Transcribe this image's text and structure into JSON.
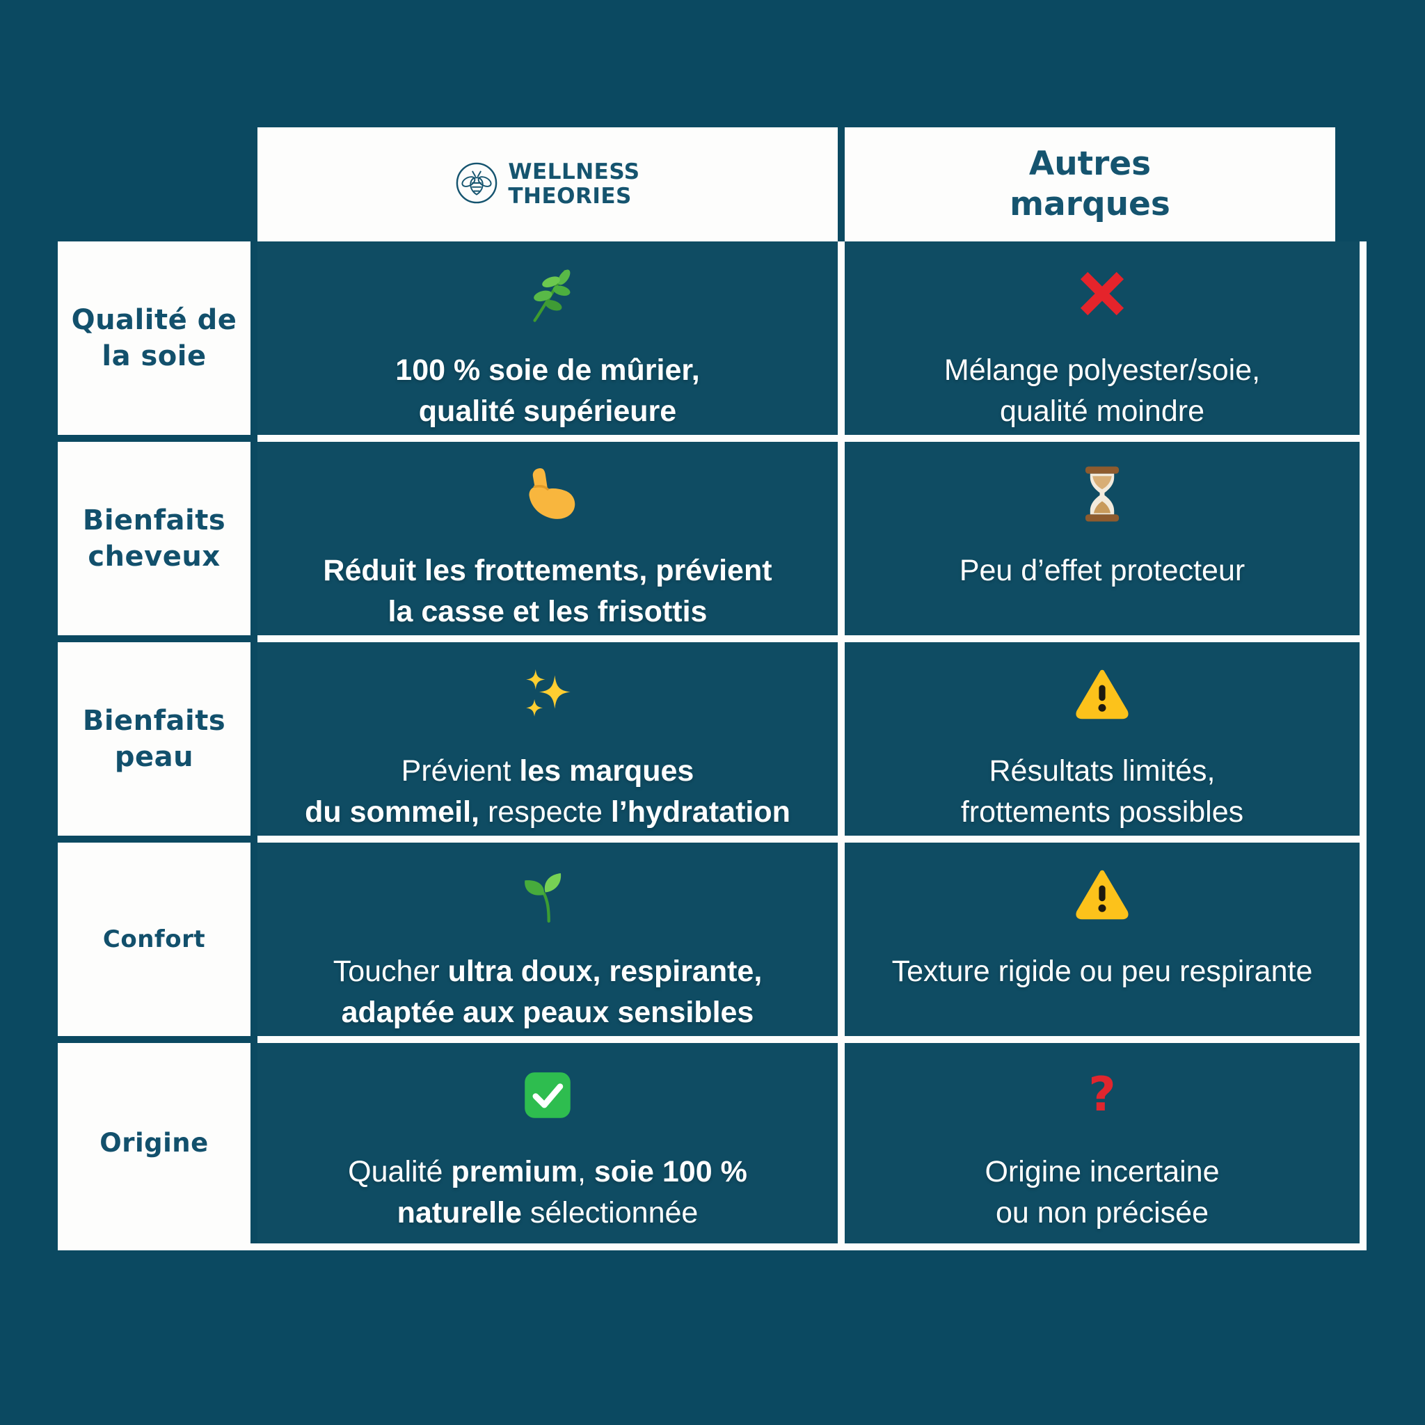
{
  "colors": {
    "page_background": "#0B4961",
    "cell_background": "#0F4C63",
    "grid_lines": "#FFFFFF",
    "label_text": "#12506C",
    "content_text": "#FFFFFF",
    "cross_red": "#E5242B",
    "warning_yellow": "#FCC21B",
    "check_green": "#2EBD4F",
    "question_red": "#E0262E"
  },
  "header": {
    "brand": {
      "logo_icon": "bee-icon",
      "line1": "WELLNESS",
      "line2": "THEORIES"
    },
    "others": {
      "line1": "Autres",
      "line2": "marques"
    }
  },
  "table": {
    "rows": [
      {
        "label": [
          "Qualité de",
          "la soie"
        ],
        "brand": {
          "icon": "herb-icon",
          "lines": [
            [
              {
                "t": "100 % soie de mûrier,",
                "b": true
              }
            ],
            [
              {
                "t": "qualité supérieure",
                "b": true
              }
            ]
          ]
        },
        "others": {
          "icon": "cross-mark-icon",
          "lines": [
            [
              {
                "t": "Mélange polyester/soie,",
                "b": false
              }
            ],
            [
              {
                "t": "qualité moindre",
                "b": false
              }
            ]
          ]
        }
      },
      {
        "label": [
          "Bienfaits",
          "cheveux"
        ],
        "brand": {
          "icon": "flexed-biceps-icon",
          "lines": [
            [
              {
                "t": "Réduit les frottements, prévient",
                "b": true
              }
            ],
            [
              {
                "t": "la casse et les frisottis",
                "b": true
              }
            ]
          ]
        },
        "others": {
          "icon": "hourglass-icon",
          "lines": [
            [
              {
                "t": "Peu d’effet protecteur",
                "b": false
              }
            ]
          ]
        }
      },
      {
        "label": [
          "Bienfaits",
          "peau"
        ],
        "brand": {
          "icon": "sparkles-icon",
          "lines": [
            [
              {
                "t": "Prévient ",
                "b": false
              },
              {
                "t": "les marques",
                "b": true
              }
            ],
            [
              {
                "t": "du sommeil,",
                "b": true
              },
              {
                "t": " respecte ",
                "b": false
              },
              {
                "t": "l’hydratation",
                "b": true
              }
            ]
          ]
        },
        "others": {
          "icon": "warning-icon",
          "lines": [
            [
              {
                "t": "Résultats limités,",
                "b": false
              }
            ],
            [
              {
                "t": "frottements possibles",
                "b": false
              }
            ]
          ]
        }
      },
      {
        "label": [
          "Confort"
        ],
        "brand": {
          "icon": "seedling-icon",
          "lines": [
            [
              {
                "t": "Toucher ",
                "b": false
              },
              {
                "t": "ultra doux, respirante,",
                "b": true
              }
            ],
            [
              {
                "t": "adaptée aux peaux sensibles",
                "b": true
              }
            ]
          ]
        },
        "others": {
          "icon": "warning-icon",
          "lines": [
            [
              {
                "t": "Texture rigide ou peu respirante",
                "b": false
              }
            ]
          ]
        }
      },
      {
        "label": [
          "Origine"
        ],
        "brand": {
          "icon": "check-mark-icon",
          "lines": [
            [
              {
                "t": "Qualité ",
                "b": false
              },
              {
                "t": "premium",
                "b": true
              },
              {
                "t": ", ",
                "b": false
              },
              {
                "t": "soie 100 %",
                "b": true
              }
            ],
            [
              {
                "t": "naturelle",
                "b": true
              },
              {
                "t": " sélectionnée",
                "b": false
              }
            ]
          ]
        },
        "others": {
          "icon": "red-question-mark-icon",
          "lines": [
            [
              {
                "t": "Origine incertaine",
                "b": false
              }
            ],
            [
              {
                "t": "ou non précisée",
                "b": false
              }
            ]
          ]
        }
      }
    ]
  }
}
